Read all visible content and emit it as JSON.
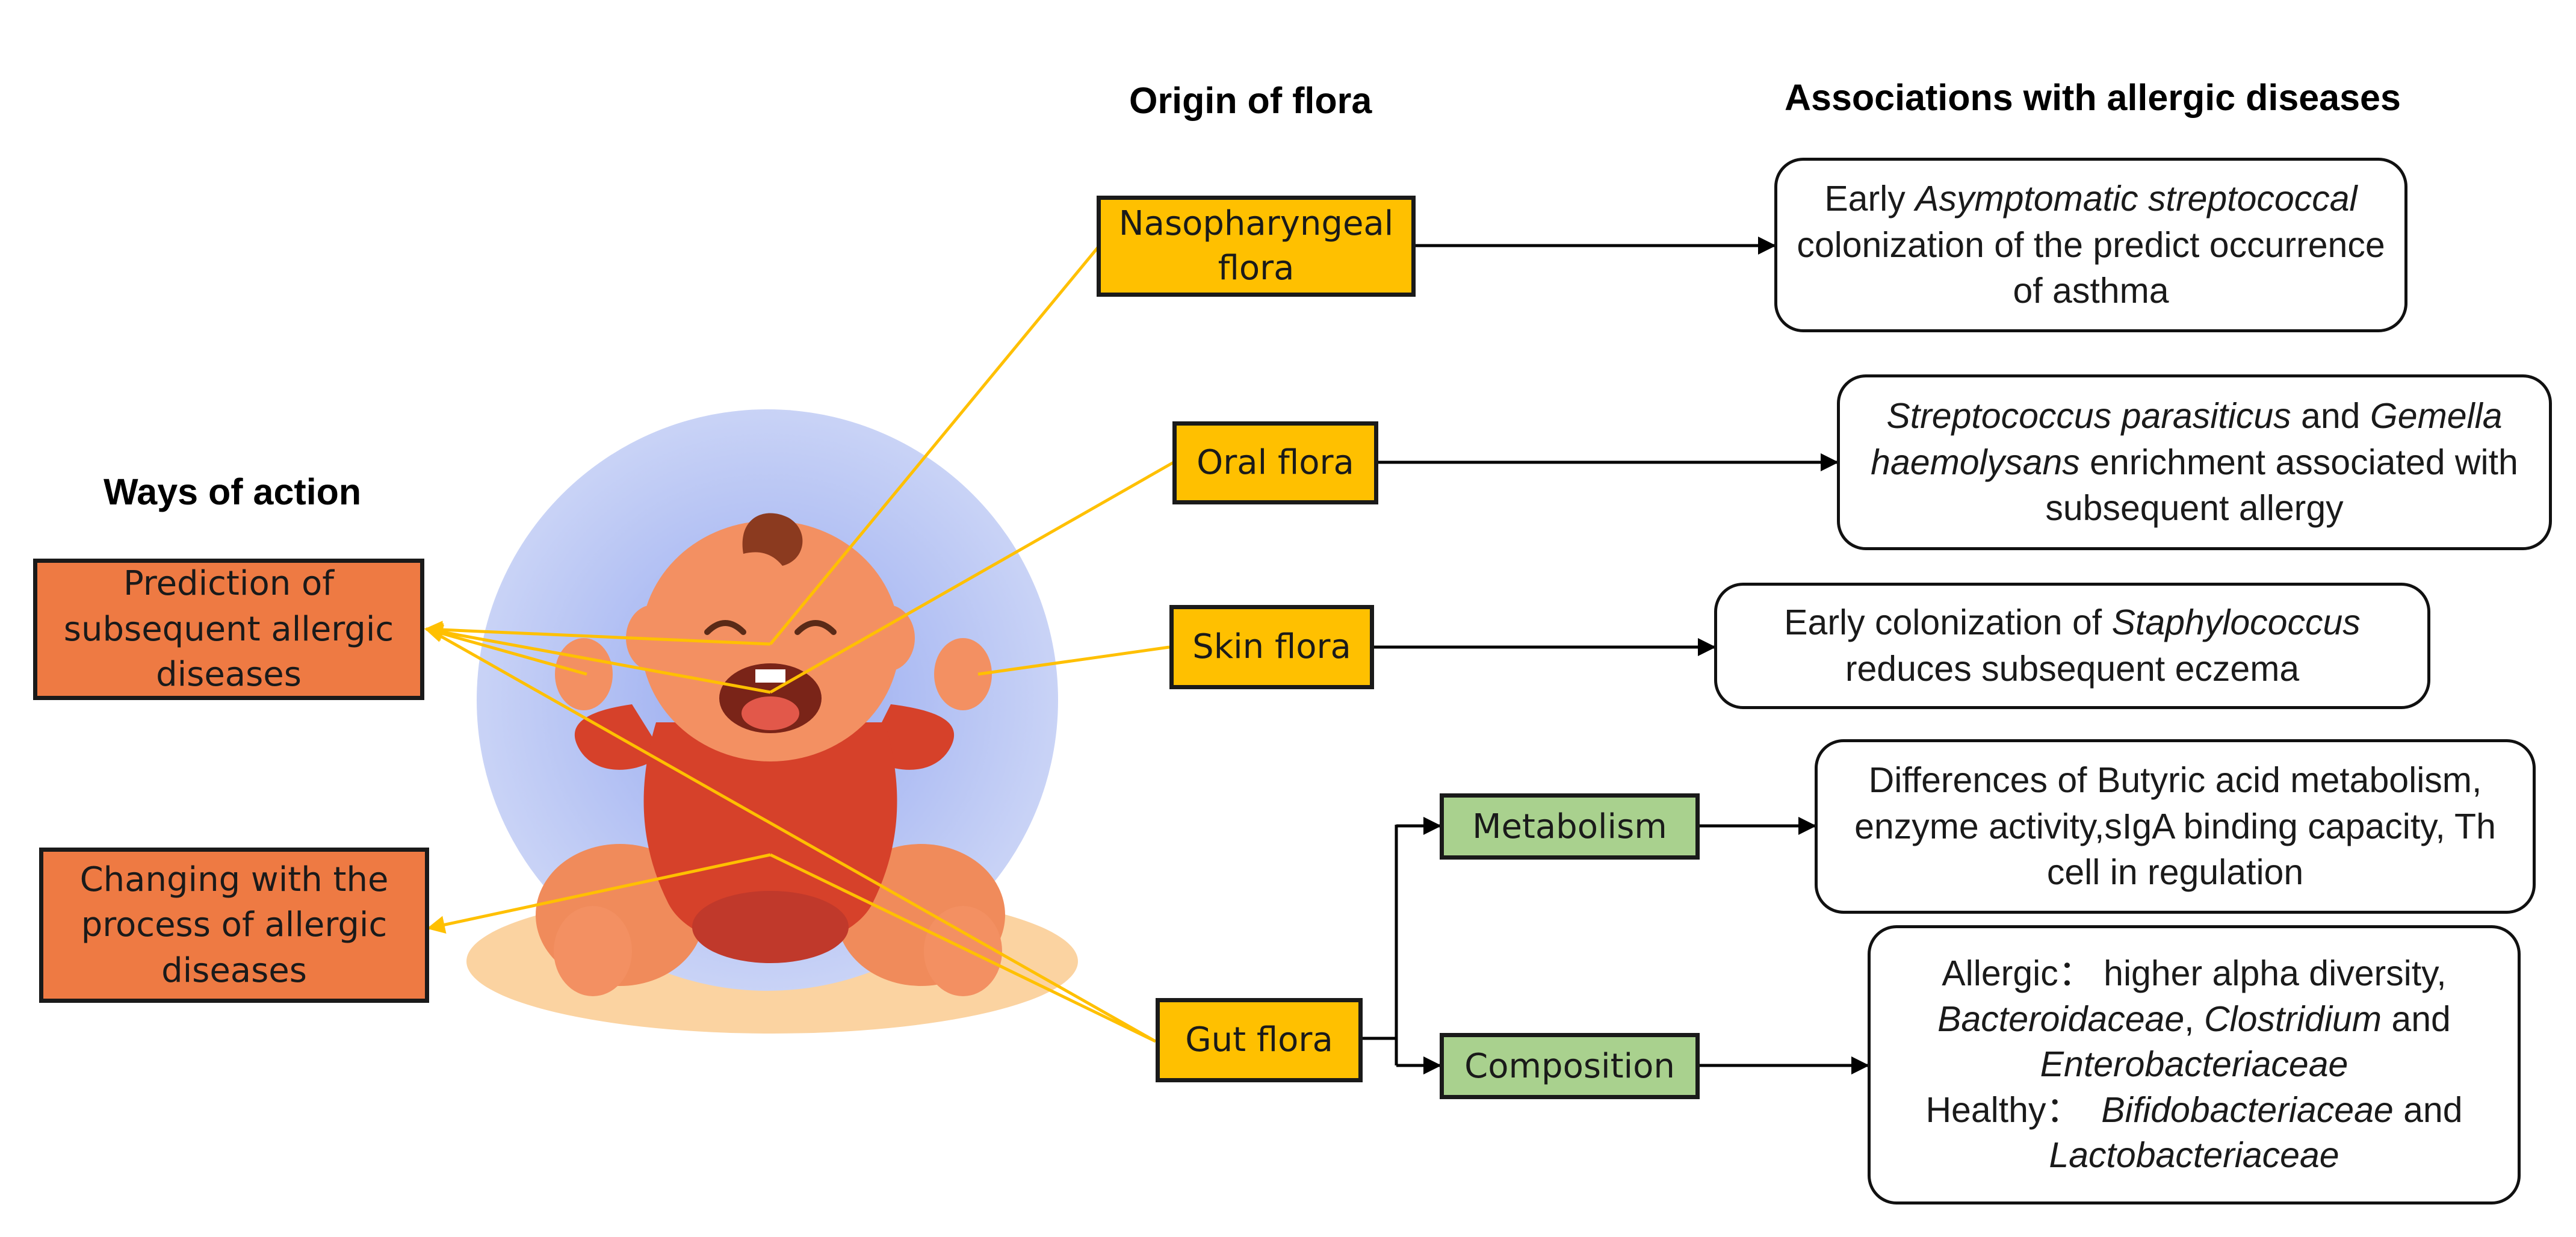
{
  "headers": {
    "ways": "Ways of action",
    "origin": "Origin of flora",
    "assoc": "Associations with allergic diseases"
  },
  "ways_of_action": [
    {
      "lines": [
        "Prediction of",
        "subsequent allergic",
        "diseases"
      ]
    },
    {
      "lines": [
        "Changing with the",
        "process of allergic",
        "diseases"
      ]
    }
  ],
  "flora": {
    "nasopharyngeal": {
      "lines": [
        "Nasopharyngeal",
        "flora"
      ]
    },
    "oral": "Oral flora",
    "skin": "Skin flora",
    "gut": "Gut flora"
  },
  "gut_branches": {
    "metabolism": "Metabolism",
    "composition": "Composition"
  },
  "associations": {
    "nasopharyngeal": {
      "l1a": "Early ",
      "l1b": "Asymptomatic",
      "l2a": "streptococcal",
      "l2b": " colonization of the",
      "l3": "predict occurrence of asthma"
    },
    "oral": {
      "l1a": "Streptococcus parasiticus",
      "l1b": " and",
      "l2a": "Gemella haemolysans",
      "l2b": " enrichment",
      "l3": "associated with subsequent allergy"
    },
    "skin": {
      "l1a": "Early colonization of ",
      "l1b": "Staphylococcus",
      "l2": "reduces subsequent eczema"
    },
    "metabolism": {
      "l1": "Differences of Butyric acid metabolism,",
      "l2": "enzyme activity,sIgA binding capacity,",
      "l3": "Th cell in regulation"
    },
    "composition": {
      "l1": "Allergic： higher alpha diversity,",
      "l2a": "Bacteroidaceae",
      "l2b": ", ",
      "l2c": "Clostridium",
      "l2d": " and",
      "l3": "Enterobacteriaceae",
      "l4a": "Healthy：  ",
      "l4b": "Bifidobacteriaceae",
      "l4c": " and",
      "l5": "Lactobacteriaceae"
    }
  },
  "colors": {
    "orange_box": "#EE7A43",
    "yellow_box": "#FFC000",
    "green_box": "#A9D18E",
    "connector_yellow": "#FFC000",
    "halo_blue": "#B5C3F2",
    "baby_skin": "#F39062",
    "baby_outfit": "#D6412A",
    "baby_hair": "#8B3A1F",
    "floor": "#FBD3A1"
  }
}
